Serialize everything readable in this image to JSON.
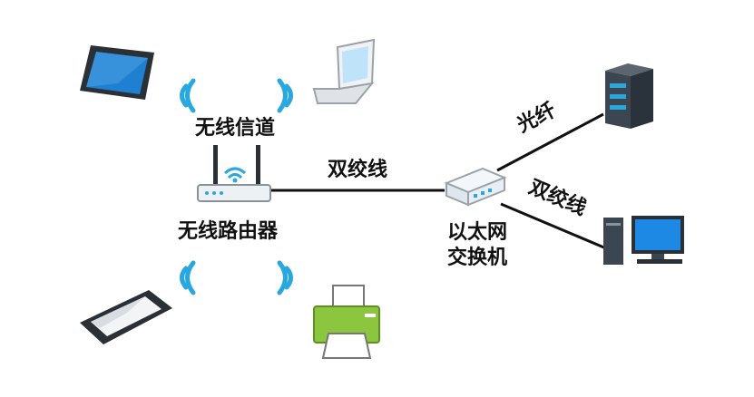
{
  "labels": {
    "wireless_channel": "无线信道",
    "wireless_router": "无线路由器",
    "twisted_pair_1": "双绞线",
    "fiber": "光纤",
    "twisted_pair_2": "双绞线",
    "ethernet_switch_line1": "以太网",
    "ethernet_switch_line2": "交换机"
  },
  "colors": {
    "link_line": "#111111",
    "wifi_wave": "#29a8e0",
    "tablet_screen": "#1f7fd0",
    "laptop_screen": "#bfe3f8",
    "printer_body": "#8cc63f",
    "server_body": "#3b4650",
    "monitor_screen": "#1e88e5",
    "switch_body": "#e8eef4"
  },
  "icons": [
    "tablet-icon",
    "laptop-icon",
    "router-icon",
    "phone-icon",
    "printer-icon",
    "switch-icon",
    "server-icon",
    "desktop-pc-icon",
    "wifi-icon"
  ]
}
